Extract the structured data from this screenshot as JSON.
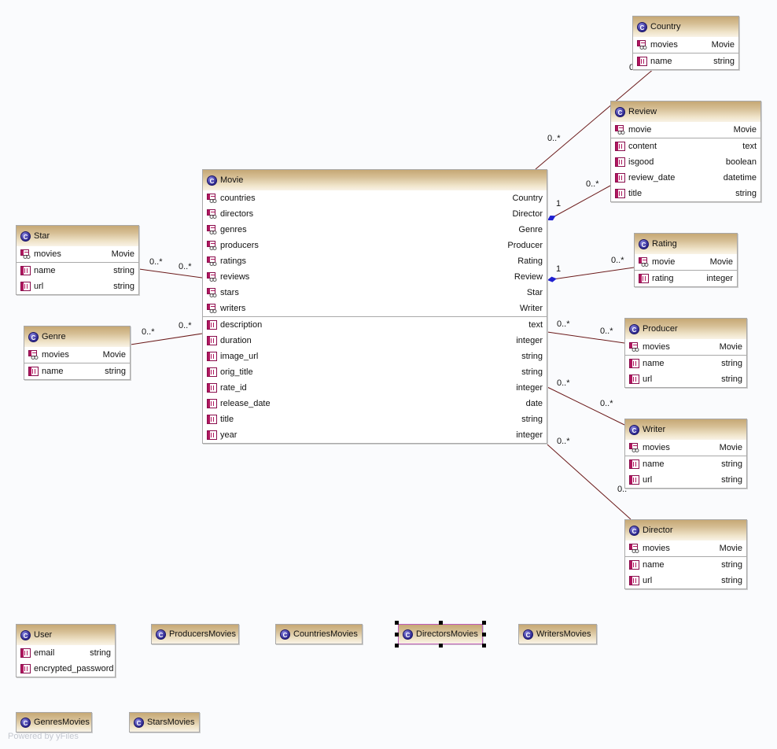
{
  "diagram": {
    "footer": "Powered by yFiles",
    "icon_letter": "C",
    "classes": {
      "movie": {
        "title": "Movie",
        "relations": [
          {
            "name": "countries",
            "type": "Country"
          },
          {
            "name": "directors",
            "type": "Director"
          },
          {
            "name": "genres",
            "type": "Genre"
          },
          {
            "name": "producers",
            "type": "Producer"
          },
          {
            "name": "ratings",
            "type": "Rating"
          },
          {
            "name": "reviews",
            "type": "Review"
          },
          {
            "name": "stars",
            "type": "Star"
          },
          {
            "name": "writers",
            "type": "Writer"
          }
        ],
        "attributes": [
          {
            "name": "description",
            "type": "text"
          },
          {
            "name": "duration",
            "type": "integer"
          },
          {
            "name": "image_url",
            "type": "string"
          },
          {
            "name": "orig_title",
            "type": "string"
          },
          {
            "name": "rate_id",
            "type": "integer"
          },
          {
            "name": "release_date",
            "type": "date"
          },
          {
            "name": "title",
            "type": "string"
          },
          {
            "name": "year",
            "type": "integer"
          }
        ]
      },
      "country": {
        "title": "Country",
        "relations": [
          {
            "name": "movies",
            "type": "Movie"
          }
        ],
        "attributes": [
          {
            "name": "name",
            "type": "string"
          }
        ]
      },
      "review": {
        "title": "Review",
        "relations": [
          {
            "name": "movie",
            "type": "Movie"
          }
        ],
        "attributes": [
          {
            "name": "content",
            "type": "text"
          },
          {
            "name": "isgood",
            "type": "boolean"
          },
          {
            "name": "review_date",
            "type": "datetime"
          },
          {
            "name": "title",
            "type": "string"
          }
        ]
      },
      "rating": {
        "title": "Rating",
        "relations": [
          {
            "name": "movie",
            "type": "Movie"
          }
        ],
        "attributes": [
          {
            "name": "rating",
            "type": "integer"
          }
        ]
      },
      "producer": {
        "title": "Producer",
        "relations": [
          {
            "name": "movies",
            "type": "Movie"
          }
        ],
        "attributes": [
          {
            "name": "name",
            "type": "string"
          },
          {
            "name": "url",
            "type": "string"
          }
        ]
      },
      "writer": {
        "title": "Writer",
        "relations": [
          {
            "name": "movies",
            "type": "Movie"
          }
        ],
        "attributes": [
          {
            "name": "name",
            "type": "string"
          },
          {
            "name": "url",
            "type": "string"
          }
        ]
      },
      "director": {
        "title": "Director",
        "relations": [
          {
            "name": "movies",
            "type": "Movie"
          }
        ],
        "attributes": [
          {
            "name": "name",
            "type": "string"
          },
          {
            "name": "url",
            "type": "string"
          }
        ]
      },
      "star": {
        "title": "Star",
        "relations": [
          {
            "name": "movies",
            "type": "Movie"
          }
        ],
        "attributes": [
          {
            "name": "name",
            "type": "string"
          },
          {
            "name": "url",
            "type": "string"
          }
        ]
      },
      "genre": {
        "title": "Genre",
        "relations": [
          {
            "name": "movies",
            "type": "Movie"
          }
        ],
        "attributes": [
          {
            "name": "name",
            "type": "string"
          }
        ]
      },
      "user": {
        "title": "User",
        "relations": [],
        "attributes": [
          {
            "name": "email",
            "type": "string"
          },
          {
            "name": "encrypted_password",
            "type": ""
          }
        ]
      },
      "producers_movies": {
        "title": "ProducersMovies",
        "relations": [],
        "attributes": []
      },
      "countries_movies": {
        "title": "CountriesMovies",
        "relations": [],
        "attributes": []
      },
      "directors_movies": {
        "title": "DirectorsMovies",
        "relations": [],
        "attributes": []
      },
      "writers_movies": {
        "title": "WritersMovies",
        "relations": [],
        "attributes": []
      },
      "genres_movies": {
        "title": "GenresMovies",
        "relations": [],
        "attributes": []
      },
      "stars_movies": {
        "title": "StarsMovies",
        "relations": [],
        "attributes": []
      }
    },
    "edges": [
      {
        "id": "movie-country",
        "from": "movie",
        "to": "country",
        "from_label": "0..*",
        "to_label": "0..*",
        "aggregation": false
      },
      {
        "id": "movie-review",
        "from": "movie",
        "to": "review",
        "from_label": "1",
        "to_label": "0..*",
        "aggregation": true
      },
      {
        "id": "movie-rating",
        "from": "movie",
        "to": "rating",
        "from_label": "1",
        "to_label": "0..*",
        "aggregation": true
      },
      {
        "id": "movie-producer",
        "from": "movie",
        "to": "producer",
        "from_label": "0..*",
        "to_label": "0..*",
        "aggregation": false
      },
      {
        "id": "movie-writer",
        "from": "movie",
        "to": "writer",
        "from_label": "0..*",
        "to_label": "0..*",
        "aggregation": false
      },
      {
        "id": "movie-director",
        "from": "movie",
        "to": "director",
        "from_label": "0..*",
        "to_label": "0..*",
        "aggregation": false
      },
      {
        "id": "movie-star",
        "from": "movie",
        "to": "star",
        "from_label": "0..*",
        "to_label": "0..*",
        "aggregation": false
      },
      {
        "id": "movie-genre",
        "from": "movie",
        "to": "genre",
        "from_label": "0..*",
        "to_label": "0..*",
        "aggregation": false
      }
    ],
    "colors": {
      "edge": "#6b1a1a",
      "aggregation_diamond": "#2020d0",
      "header": "#d6bf95",
      "selection": "#c05bbd"
    }
  }
}
